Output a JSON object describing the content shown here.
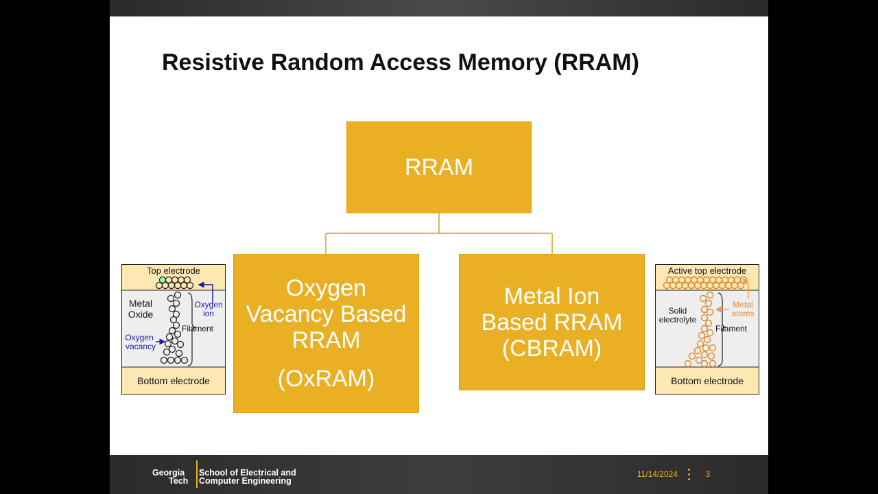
{
  "slide": {
    "title": "Resistive Random Access Memory (RRAM)",
    "root_box": "RRAM",
    "oxram_box": {
      "line1": "Oxygen",
      "line2": "Vacancy Based",
      "line3": "RRAM",
      "line4": "(OxRAM)"
    },
    "cbram_box": {
      "line1": "Metal Ion",
      "line2": "Based RRAM",
      "line3": "(CBRAM)"
    },
    "left_diagram": {
      "top_label": "Top electrode",
      "material_1": "Metal",
      "material_2": "Oxide",
      "ion_1": "Oxygen",
      "ion_2": "ion",
      "filament": "Filament",
      "vacancy_1": "Oxygen",
      "vacancy_2": "vacancy",
      "bottom_label": "Bottom electrode"
    },
    "right_diagram": {
      "top_label": "Active top electrode",
      "material_1": "Solid",
      "material_2": "electrolyte",
      "atoms_1": "Metal",
      "atoms_2": "atoms",
      "filament": "Filament",
      "bottom_label": "Bottom electrode"
    }
  },
  "footer": {
    "logo_georgia": "Georgia",
    "logo_tech": "Tech",
    "school_line1": "School of Electrical and",
    "school_line2": "Computer Engineering",
    "date": "11/14/2024",
    "page_number": "3"
  },
  "colors": {
    "box_fill": "#e9b023",
    "connector": "#c9a227",
    "oxygen_label": "#1a1aa6",
    "metal_label": "#e08a2a"
  }
}
